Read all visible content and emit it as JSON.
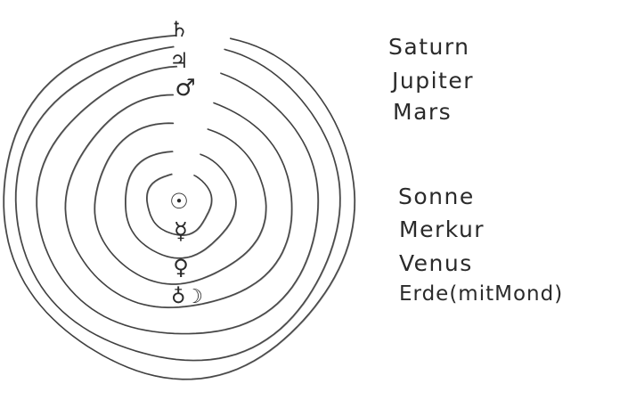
{
  "diagram": {
    "colors": {
      "ink": "#2a2a2a",
      "paper": "#ffffff"
    },
    "center_symbol": "☉",
    "orbits": [
      {
        "body": "Merkur",
        "symbol": "☿"
      },
      {
        "body": "Venus",
        "symbol": "♀"
      },
      {
        "body": "Erde (mit Mond)",
        "symbol": "♁☽"
      },
      {
        "body": "Mars",
        "symbol": "♂"
      },
      {
        "body": "Jupiter",
        "symbol": "♃"
      },
      {
        "body": "Saturn",
        "symbol": "♄"
      }
    ],
    "labels": {
      "outer": [
        "Saturn",
        "Jupiter",
        "Mars"
      ],
      "inner": [
        "Sonne",
        "Merkur",
        "Venus",
        "Erde(mitMond)"
      ]
    }
  }
}
